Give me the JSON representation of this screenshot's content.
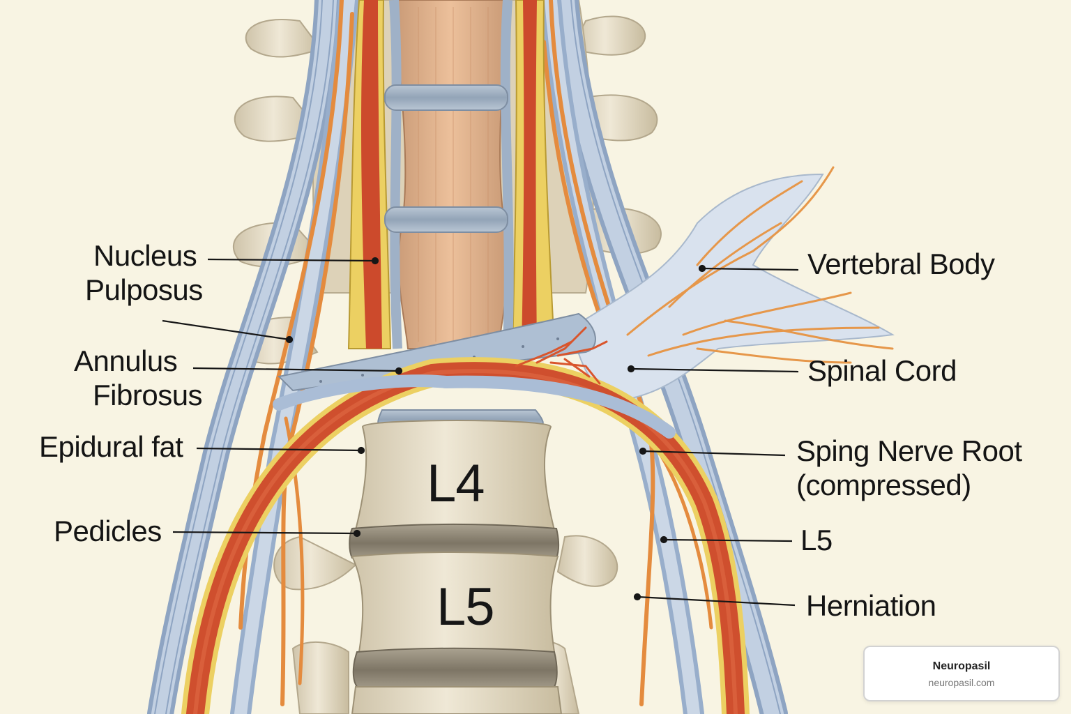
{
  "labels": {
    "nucleus_pulposus": [
      "Nucleus",
      "Pulposus"
    ],
    "annulus_fibrosus": [
      "Annulus",
      "Fibrosus"
    ],
    "epidural_fat": [
      "Epidural fat"
    ],
    "pedicles": [
      "Pedicles"
    ],
    "vertebral_body": [
      "Vertebral Body"
    ],
    "spinal_cord": [
      "Spinal Cord"
    ],
    "nerve_root": [
      "Sping Nerve Root",
      "(compressed)"
    ],
    "l5_right": [
      "L5"
    ],
    "herniation": [
      "Herniation"
    ]
  },
  "vertebrae": {
    "upper": "L4",
    "lower": "L5"
  },
  "badge": {
    "name": "Neuropasil",
    "url": "neuropasil.com"
  },
  "colors": {
    "background": "#f8f4e3",
    "bone": "#e7ddc6",
    "disc": "#a3b2c2",
    "nerve_blue": "#aabdd6",
    "nerve_orange": "#e6974a",
    "artery_red": "#d0522e",
    "fat_yellow": "#ecd062"
  }
}
